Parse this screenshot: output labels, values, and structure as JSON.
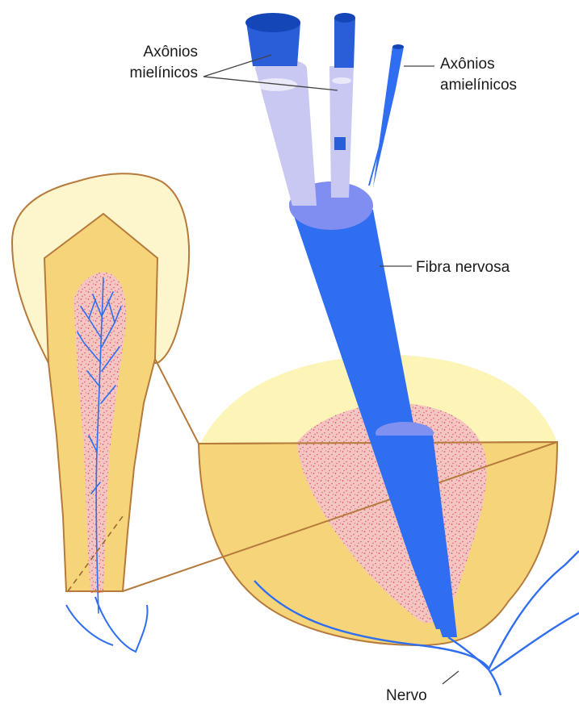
{
  "labels": {
    "myelinated_axons_line1": "Axônios",
    "myelinated_axons_line2": "mielínicos",
    "unmyelinated_axons_line1": "Axônios",
    "unmyelinated_axons_line2": "amielínicos",
    "nerve_fiber": "Fibra nervosa",
    "nerve": "Nervo"
  },
  "colors": {
    "enamel": "#fdf5cc",
    "dentin": "#f6d57a",
    "pulp": "#f4c6c2",
    "pulp_dots": "#e0506a",
    "outline": "#b57a3c",
    "nerve_blue": "#2f6ef0",
    "myelin_light": "#c8c8f2",
    "nerve_top": "#7f8ef0",
    "leader_line": "#444444"
  }
}
